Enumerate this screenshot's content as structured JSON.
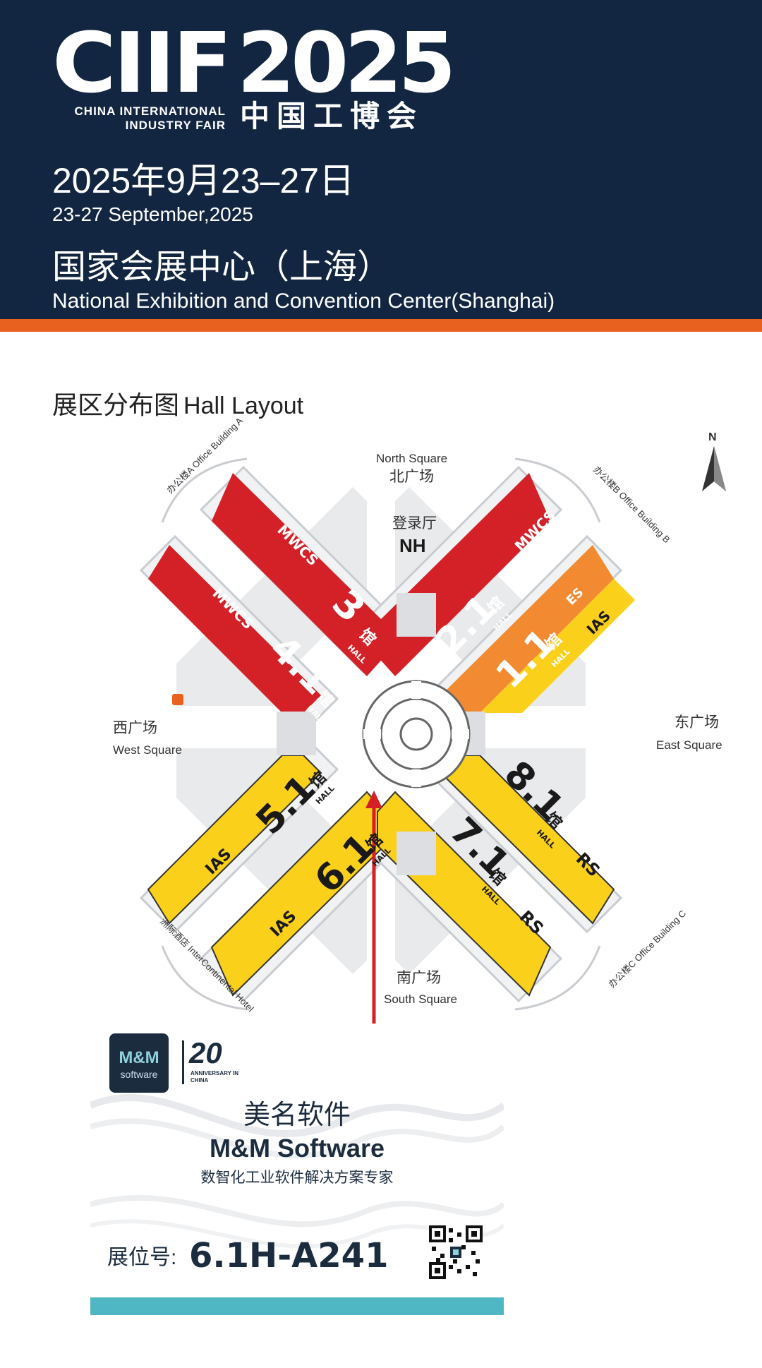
{
  "header": {
    "logo_text": "CIIF",
    "year": "2025",
    "sub_en": "CHINA INTERNATIONAL INDUSTRY FAIR",
    "sub_cn": "中国工博会",
    "date_cn": "2025年9月23–27日",
    "date_en": "23-27 September,2025",
    "venue_cn": "国家会展中心（上海）",
    "venue_en": "National Exhibition and Convention Center(Shanghai)"
  },
  "layout": {
    "title_cn": "展区分布图",
    "title_en": "Hall Layout"
  },
  "map": {
    "north_en": "North Square",
    "north_cn": "北广场",
    "nh_cn": "登录厅",
    "nh": "NH",
    "west_cn": "西广场",
    "west_en": "West Square",
    "east_cn": "东广场",
    "east_en": "East Square",
    "south_cn": "南广场",
    "south_en": "South Square",
    "office_a": "办公楼A Office Building A",
    "office_b": "办公楼B Office Building B",
    "office_c": "办公楼C Office Building C",
    "hotel": "洲际酒店 InterContinental Hotel",
    "compass": "N",
    "hall_char": "馆",
    "hall_word": "HALL",
    "halls": [
      {
        "id": "4.1",
        "brand": "MWCS",
        "color": "#d42027"
      },
      {
        "id": "3",
        "brand": "MWCS",
        "color": "#d42027"
      },
      {
        "id": "2.1",
        "brand": "MWCS",
        "color": "#d42027"
      },
      {
        "id": "1.1",
        "brand": "IAS",
        "brand2": "ES",
        "color": "#f28a32"
      },
      {
        "id": "5.1",
        "brand": "IAS",
        "color": "#fbd01a"
      },
      {
        "id": "6.1",
        "brand": "IAS",
        "color": "#fbd01a"
      },
      {
        "id": "7.1",
        "brand": "RS",
        "color": "#fbd01a"
      },
      {
        "id": "8.1",
        "brand": "RS",
        "color": "#fbd01a"
      }
    ],
    "colors": {
      "red": "#d42027",
      "orange": "#f28a32",
      "yellow": "#fbd01a",
      "arrow": "#d42027"
    }
  },
  "card": {
    "logo_top": "M&M",
    "logo_bot": "software",
    "anniv_num": "20",
    "anniv_txt": "ANNIVERSARY IN CHINA",
    "company_cn": "美名软件",
    "company_en": "M&M Software",
    "tagline": "数智化工业软件解决方案专家",
    "booth_label": "展位号:",
    "booth_no": "6.1H-A241",
    "accent": "#4fb6c3"
  }
}
